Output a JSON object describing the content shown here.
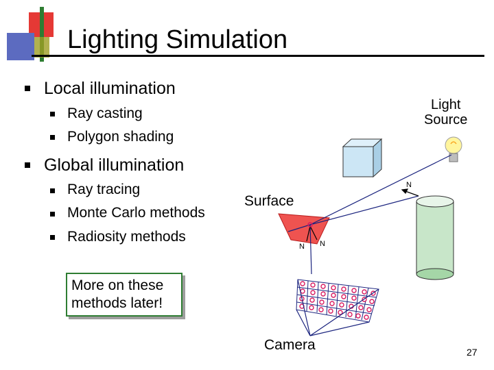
{
  "slide": {
    "title": "Lighting Simulation",
    "bullets": [
      {
        "text": "Local illumination",
        "sub": [
          "Ray casting",
          "Polygon shading"
        ]
      },
      {
        "text": "Global illumination",
        "sub": [
          "Ray tracing",
          "Monte Carlo methods",
          "Radiosity methods"
        ]
      }
    ],
    "callout": "More on these\nmethods later!",
    "page_number": "27"
  },
  "diagram": {
    "light_source_label": "Light\nSource",
    "surface_label": "Surface",
    "camera_label": "Camera",
    "normal_label": "N"
  },
  "colors": {
    "logo_red": "#e53935",
    "logo_blue": "#3f51b5",
    "logo_green": "#2e7d32",
    "surface": "#ef5350",
    "cube": "#cce6f5",
    "cylinder": "#c8e6c9",
    "pixel_ring": "#d81b60",
    "ray": "#1a237e"
  }
}
